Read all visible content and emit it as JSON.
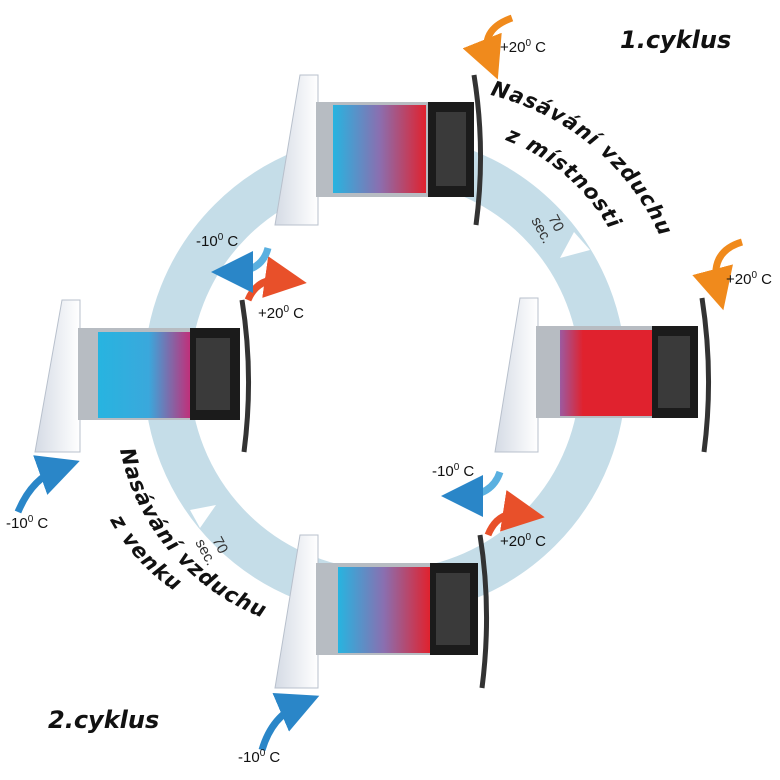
{
  "cycle1": {
    "label": "1.cyklus"
  },
  "cycle2": {
    "label": "2.cyklus"
  },
  "flow_room": {
    "line1": "Nasávání vzduchu",
    "line2": "z místnosti"
  },
  "flow_outside": {
    "line1": "Nasávání vzduchu",
    "line2": "z venku"
  },
  "timer": {
    "value": "70",
    "unit": "sec."
  },
  "temps": {
    "warm_value": "+20",
    "cold_value": "-10",
    "degree": "0",
    "unit": " C"
  },
  "colors": {
    "ring": "#c5dde8",
    "warm_arrow": "#f08a1c",
    "hot_arrow": "#e8502a",
    "cold_arrow": "#2a86c8",
    "cold_fill": "#27b4e0",
    "hot_fill": "#e0222e"
  }
}
